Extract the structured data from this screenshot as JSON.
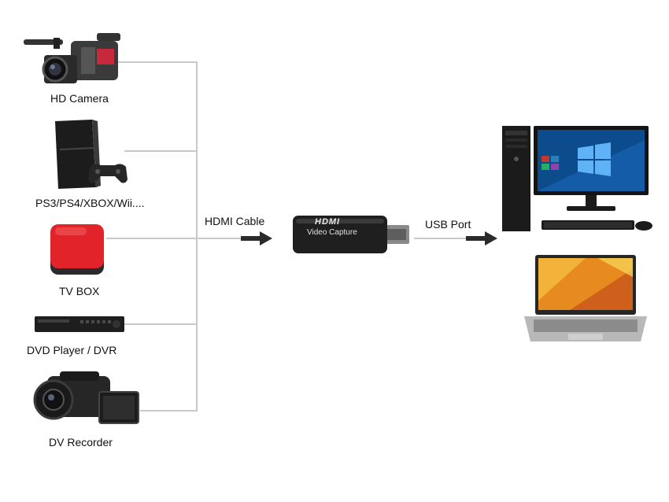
{
  "sources": [
    {
      "label": "HD Camera",
      "icon": "hd-camera-icon"
    },
    {
      "label": "PS3/PS4/XBOX/Wii....",
      "icon": "game-console-icon"
    },
    {
      "label": "TV BOX",
      "icon": "tv-box-icon"
    },
    {
      "label": "DVD Player  /  DVR",
      "icon": "dvd-player-icon"
    },
    {
      "label": "DV Recorder",
      "icon": "dv-recorder-icon"
    }
  ],
  "connections": {
    "hdmi_label": "HDMI Cable",
    "usb_label": "USB Port"
  },
  "capture_device": {
    "brand": "HDMI",
    "name": "Video Capture",
    "icon": "usb-capture-dongle-icon"
  },
  "outputs": [
    {
      "icon": "desktop-computer-icon"
    },
    {
      "icon": "laptop-icon"
    }
  ],
  "colors": {
    "line": "#c9c9c9",
    "arrow": "#2b2b2b",
    "tv_box_red": "#e2232a"
  }
}
